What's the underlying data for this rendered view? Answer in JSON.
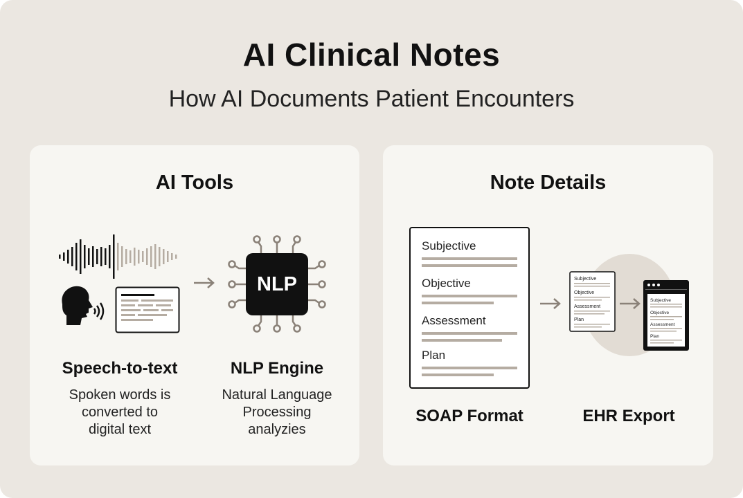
{
  "header": {
    "title": "AI Clinical Notes",
    "subtitle": "How AI Documents Patient Encounters"
  },
  "left_panel": {
    "title": "AI Tools",
    "chip_label": "NLP",
    "items": [
      {
        "label": "Speech-to-text",
        "description": [
          "Spoken words is",
          "converted to",
          "digital text"
        ]
      },
      {
        "label": "NLP Engine",
        "description": [
          "Natural Language",
          "Processing",
          "analyzies"
        ]
      }
    ]
  },
  "right_panel": {
    "title": "Note Details",
    "soap_sections": [
      "Subjective",
      "Objective",
      "Assessment",
      "Plan"
    ],
    "items": [
      {
        "label": "SOAP Format"
      },
      {
        "label": "EHR Export"
      }
    ]
  },
  "colors": {
    "background": "#ebe7e1",
    "card": "#f7f6f2",
    "accent_gray": "#b5aca2",
    "arrow": "#8a8178",
    "dark": "#111111"
  }
}
